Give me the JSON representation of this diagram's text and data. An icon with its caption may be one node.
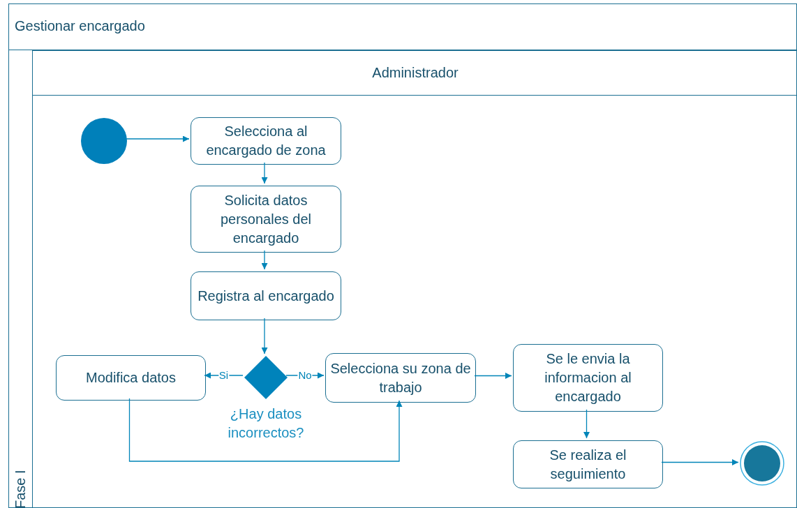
{
  "diagram": {
    "nodes": [
      {
        "text": [
          "Gestionar encargado"
        ]
      },
      {
        "text": [
          "Fase I"
        ],
        "in": 0
      },
      {
        "text": [
          "Administrador"
        ],
        "in": 1
      },
      {
        "text": [],
        "shape": "circle",
        "in": 2
      },
      {
        "text": [
          "Selecciona al encargado de zona"
        ],
        "in": 2
      },
      {
        "text": [
          "Solicita datos personales del encargado"
        ],
        "in": 2
      },
      {
        "text": [
          "Registra al encargado"
        ],
        "in": 2
      },
      {
        "text": [],
        "shape": "diamond",
        "in": 2,
        "beside": [
          "¿Hay datos incorrectos?"
        ]
      },
      {
        "text": [
          "Modifica datos"
        ],
        "in": 2
      },
      {
        "text": [
          "Selecciona su zona de trabajo"
        ],
        "in": 2
      },
      {
        "text": [
          "Se le envia la informacion al encargado"
        ],
        "in": 2
      },
      {
        "text": [
          "Se realiza el seguimiento"
        ],
        "in": 2
      },
      {
        "text": [],
        "shape": "circle",
        "in": 2
      }
    ],
    "edges": [
      {
        "from": 3,
        "to": 4,
        "arrow": "to"
      },
      {
        "from": 4,
        "to": 5,
        "arrow": "to"
      },
      {
        "from": 5,
        "to": 6,
        "arrow": "to"
      },
      {
        "from": 6,
        "to": 7,
        "arrow": "to"
      },
      {
        "from": 7,
        "to": 8,
        "arrow": "to",
        "label": "Si"
      },
      {
        "from": 7,
        "to": 9,
        "arrow": "to",
        "label": "No"
      },
      {
        "from": 8,
        "to": 9,
        "arrow": "to"
      },
      {
        "from": 9,
        "to": 10,
        "arrow": "to"
      },
      {
        "from": 10,
        "to": 11,
        "arrow": "to"
      },
      {
        "from": 11,
        "to": 12,
        "arrow": "to"
      }
    ]
  }
}
